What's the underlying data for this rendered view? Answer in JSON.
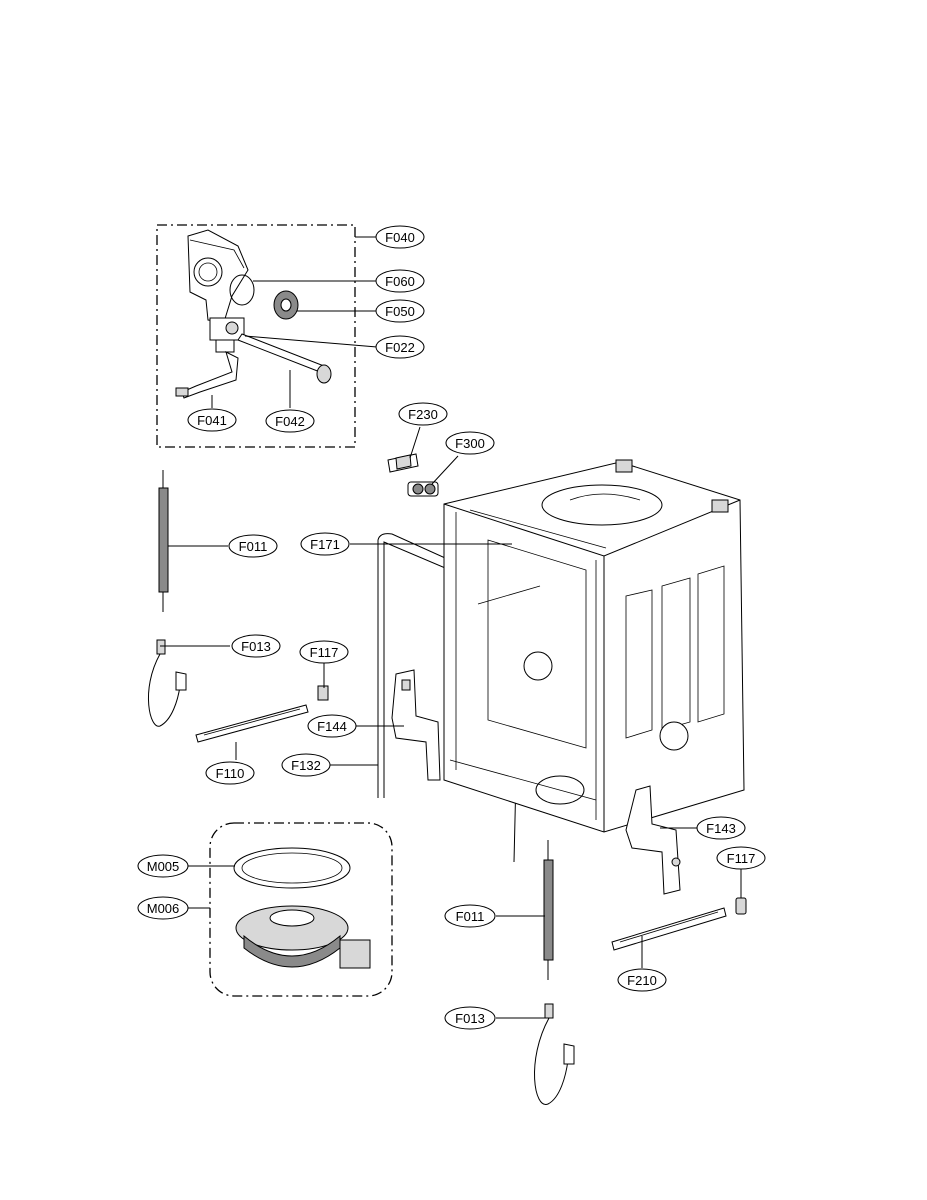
{
  "callouts": {
    "f040": "F040",
    "f060": "F060",
    "f050": "F050",
    "f022": "F022",
    "f041": "F041",
    "f042": "F042",
    "f230": "F230",
    "f300": "F300",
    "f011_left": "F011",
    "f171": "F171",
    "f013_left": "F013",
    "f117_left": "F117",
    "f144": "F144",
    "f110": "F110",
    "f132": "F132",
    "f143": "F143",
    "f117_right": "F117",
    "m005": "M005",
    "m006": "M006",
    "f011_right": "F011",
    "f210": "F210",
    "f013_right": "F013"
  }
}
